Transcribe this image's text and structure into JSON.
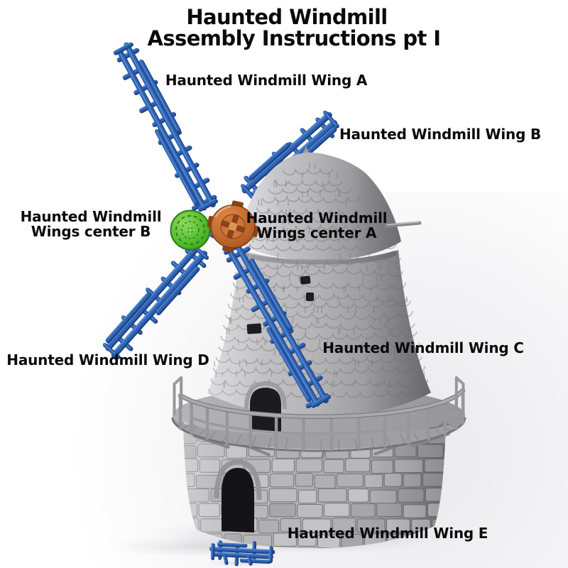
{
  "title": {
    "line1": "Haunted Windmill",
    "line2": "Assembly Instructions pt I"
  },
  "labels": {
    "wing_a": "Haunted Windmill Wing A",
    "wing_b": "Haunted Windmill Wing B",
    "wing_c": "Haunted Windmill Wing C",
    "wing_d": "Haunted Windmill Wing D",
    "wing_e": "Haunted Windmill Wing E",
    "wings_center_a_line1": "Haunted Windmill",
    "wings_center_a_line2": "Wings center A",
    "wings_center_b_line1": "Haunted Windmill",
    "wings_center_b_line2": "Wings center B"
  },
  "colors": {
    "wing_blue": "#2e63b5",
    "wing_blue_dark": "#1e4180",
    "wing_blue_light": "#5b8fd6",
    "gear_green": "#55bf2e",
    "gear_green_dark": "#2e7f16",
    "hub_orange": "#c2682c",
    "hub_orange_dark": "#8a431a",
    "model_grey": "#b2b2b5",
    "model_grey_dark": "#85858a",
    "background": "#ffffff",
    "label_text": "#0a0a0a"
  }
}
